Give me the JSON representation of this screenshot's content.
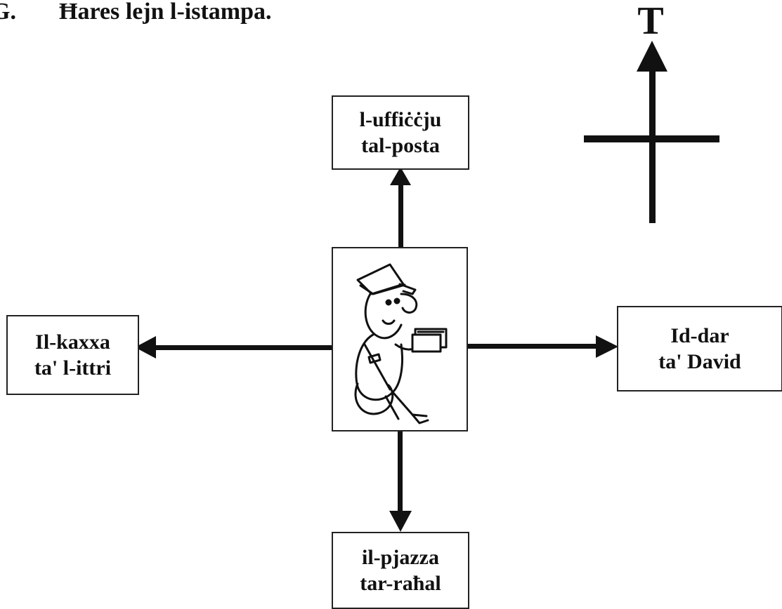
{
  "heading": {
    "number": "G.",
    "text": "Ħares lejn l-istampa."
  },
  "compass": {
    "north_label": "T"
  },
  "boxes": {
    "north": {
      "line1": "l-uffiċċju",
      "line2": "tal-posta"
    },
    "west": {
      "line1": "Il-kaxxa",
      "line2": "ta' l-ittri"
    },
    "east": {
      "line1": "Id-dar",
      "line2": "ta' David"
    },
    "south": {
      "line1": "il-pjazza",
      "line2": "tar-raħal"
    }
  },
  "center_image": {
    "icon": "postman-icon"
  }
}
